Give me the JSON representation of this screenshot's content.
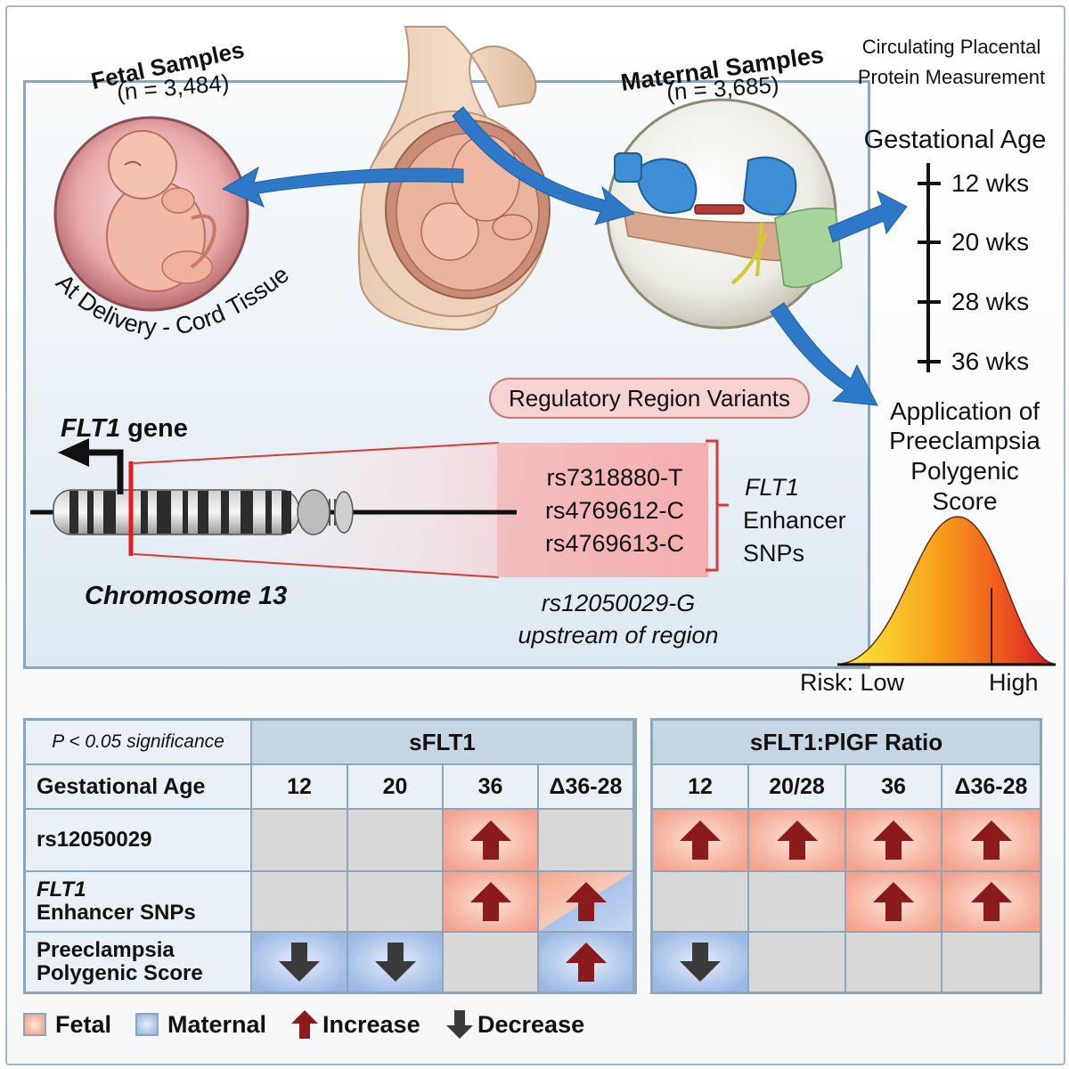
{
  "top": {
    "fetal_title": "Fetal Samples",
    "fetal_n": "(n = 3,484)",
    "fetal_caption": "At Delivery - Cord Tissue",
    "maternal_title": "Maternal Samples",
    "maternal_n": "(n = 3,685)",
    "circulating": [
      "Circulating Placental",
      "Protein Measurement"
    ],
    "gestational_age_title": "Gestational Age",
    "weeks": [
      "12 wks",
      "20 wks",
      "28 wks",
      "36 wks"
    ],
    "application": [
      "Application of",
      "Preeclampsia",
      "Polygenic",
      "Score"
    ],
    "risk_low": "Risk: Low",
    "risk_high": "High"
  },
  "gene": {
    "regulatory_label": "Regulatory Region Variants",
    "flt1_gene_italic": "FLT1",
    "flt1_gene_rest": " gene",
    "chromosome": "Chromosome 13",
    "snps": [
      "rs7318880-T",
      "rs4769612-C",
      "rs4769613-C"
    ],
    "enhancer_italic": "FLT1",
    "enhancer_rest": [
      "Enhancer",
      "SNPs"
    ],
    "upstream": [
      "rs12050029-G",
      "upstream of region"
    ]
  },
  "table": {
    "significance": "P < 0.05 significance",
    "gestational_age_label": "Gestational Age",
    "sflt1_header": "sFLT1",
    "ratio_header": "sFLT1:PlGF Ratio",
    "sflt1_cols": [
      "12",
      "20",
      "36",
      "Δ36-28"
    ],
    "ratio_cols": [
      "12",
      "20/28",
      "36",
      "Δ36-28"
    ],
    "row1_label": "rs12050029",
    "row2_label_italic": "FLT1",
    "row2_label_rest": "Enhancer SNPs",
    "row3_label": [
      "Preeclampsia",
      "Polygenic Score"
    ],
    "rows": [
      {
        "sflt1": [
          {
            "bg": "none",
            "effect": "none"
          },
          {
            "bg": "none",
            "effect": "none"
          },
          {
            "bg": "fetal",
            "effect": "increase"
          },
          {
            "bg": "none",
            "effect": "none"
          }
        ],
        "ratio": [
          {
            "bg": "fetal",
            "effect": "increase"
          },
          {
            "bg": "fetal",
            "effect": "increase"
          },
          {
            "bg": "fetal",
            "effect": "increase"
          },
          {
            "bg": "fetal",
            "effect": "increase"
          }
        ]
      },
      {
        "sflt1": [
          {
            "bg": "none",
            "effect": "none"
          },
          {
            "bg": "none",
            "effect": "none"
          },
          {
            "bg": "fetal",
            "effect": "increase"
          },
          {
            "bg": "fetal/maternal",
            "effect": "increase"
          }
        ],
        "ratio": [
          {
            "bg": "none",
            "effect": "none"
          },
          {
            "bg": "none",
            "effect": "none"
          },
          {
            "bg": "fetal",
            "effect": "increase"
          },
          {
            "bg": "fetal",
            "effect": "increase"
          }
        ]
      },
      {
        "sflt1": [
          {
            "bg": "maternal",
            "effect": "decrease"
          },
          {
            "bg": "maternal",
            "effect": "decrease"
          },
          {
            "bg": "none",
            "effect": "none"
          },
          {
            "bg": "maternal",
            "effect": "increase"
          }
        ],
        "ratio": [
          {
            "bg": "maternal",
            "effect": "decrease"
          },
          {
            "bg": "none",
            "effect": "none"
          },
          {
            "bg": "none",
            "effect": "none"
          },
          {
            "bg": "none",
            "effect": "none"
          }
        ]
      }
    ]
  },
  "legend": {
    "fetal": "Fetal",
    "maternal": "Maternal",
    "increase": "Increase",
    "decrease": "Decrease"
  },
  "colors": {
    "fetal": "#f4a48e",
    "maternal": "#9bb8e4",
    "increase_arrow": "#8b1a1a",
    "decrease_arrow": "#3a3a3a",
    "flow_arrow": "#2e78c8",
    "border": "#8fa6b8"
  }
}
